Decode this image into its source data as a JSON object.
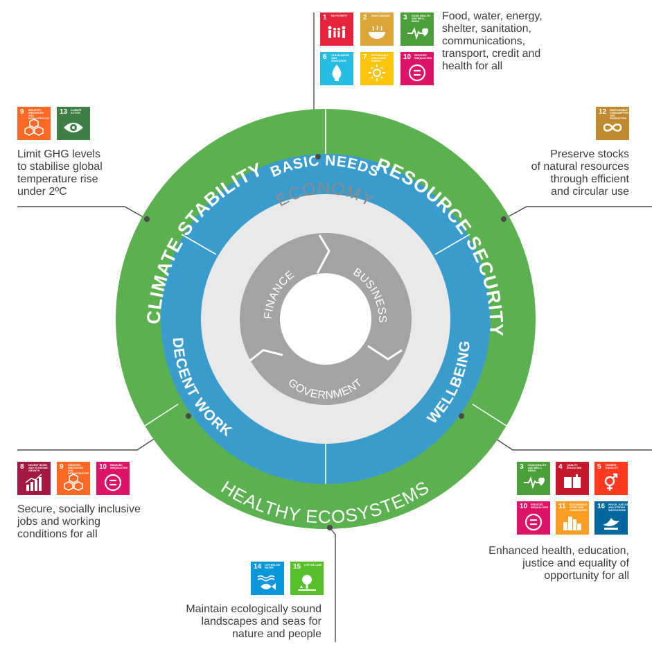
{
  "rings": {
    "outer": [
      "CLIMATE STABILITY",
      "RESOURCE SECURITY",
      "HEALTHY ECOSYSTEMS"
    ],
    "middle": [
      "BASIC NEEDS",
      "WELLBEING",
      "DECENT WORK"
    ],
    "inner_label": "ECONOMY",
    "core": [
      "FINANCE",
      "BUSINESS",
      "GOVERNMENT"
    ]
  },
  "colors": {
    "outer_ring": "#5bb04f",
    "middle_ring": "#3a9ccc",
    "economy_ring": "#e9e9e9",
    "core_ring": "#a3a3a3",
    "economy_text": "#8c8c8c",
    "text": "#3c3c3c",
    "lines": "#4a4a4a"
  },
  "sdg_icons": {
    "1": {
      "number": "1",
      "title": "No poverty",
      "color": "#e5243b",
      "icon": "family-icon"
    },
    "2": {
      "number": "2",
      "title": "Zero hunger",
      "color": "#dda63a",
      "icon": "bowl-icon"
    },
    "3": {
      "number": "3",
      "title": "Good health and well-being",
      "color": "#4c9f38",
      "icon": "heartbeat-icon"
    },
    "4": {
      "number": "4",
      "title": "Quality education",
      "color": "#c5192d",
      "icon": "book-icon"
    },
    "5": {
      "number": "5",
      "title": "Gender equality",
      "color": "#ff3a21",
      "icon": "gender-icon"
    },
    "6": {
      "number": "6",
      "title": "Clean water and sanitation",
      "color": "#26bde2",
      "icon": "water-drop-icon"
    },
    "7": {
      "number": "7",
      "title": "Affordable and clean energy",
      "color": "#fcc30b",
      "icon": "sun-icon"
    },
    "8": {
      "number": "8",
      "title": "Decent work and economic growth",
      "color": "#a21942",
      "icon": "growth-chart-icon"
    },
    "9": {
      "number": "9",
      "title": "Industry, innovation and infrastructure",
      "color": "#fd6925",
      "icon": "cubes-icon"
    },
    "10": {
      "number": "10",
      "title": "Reduced inequalities",
      "color": "#dd1367",
      "icon": "equals-icon"
    },
    "11": {
      "number": "11",
      "title": "Sustainable cities and communities",
      "color": "#fd9d24",
      "icon": "city-icon"
    },
    "12": {
      "number": "12",
      "title": "Responsible consumption and production",
      "color": "#bf8b2e",
      "icon": "infinity-icon"
    },
    "13": {
      "number": "13",
      "title": "Climate action",
      "color": "#3f7e44",
      "icon": "eye-icon"
    },
    "14": {
      "number": "14",
      "title": "Life below water",
      "color": "#0a97d9",
      "icon": "fish-icon"
    },
    "15": {
      "number": "15",
      "title": "Life on land",
      "color": "#56c02b",
      "icon": "tree-icon"
    },
    "16": {
      "number": "16",
      "title": "Peace, justice and strong institutions",
      "color": "#00689d",
      "icon": "dove-icon"
    }
  },
  "callouts": {
    "basic_needs": {
      "sdgs": [
        "1",
        "2",
        "3",
        "6",
        "7",
        "10"
      ],
      "lines": [
        "Food, water, energy,",
        "shelter, sanitation,",
        "communications,",
        "transport, credit and",
        "health for all"
      ]
    },
    "climate_stability": {
      "sdgs": [
        "9",
        "13"
      ],
      "lines": [
        "Limit GHG levels",
        "to stabilise global",
        "temperature rise",
        "under 2ºC"
      ]
    },
    "resource_security": {
      "sdgs": [
        "12"
      ],
      "lines": [
        "Preserve stocks",
        "of natural resources",
        "through efficient",
        "and circular use"
      ]
    },
    "decent_work": {
      "sdgs": [
        "8",
        "9",
        "10"
      ],
      "lines": [
        "Secure, socially inclusive",
        "jobs and working",
        "conditions for all"
      ]
    },
    "wellbeing": {
      "sdgs": [
        "3",
        "4",
        "5",
        "10",
        "11",
        "16"
      ],
      "lines": [
        "Enhanced health, education,",
        "justice and equality of",
        "opportunity for all"
      ]
    },
    "healthy_ecosystems": {
      "sdgs": [
        "14",
        "15"
      ],
      "lines": [
        "Maintain ecologically sound",
        "landscapes and seas for",
        "nature and people"
      ]
    }
  }
}
